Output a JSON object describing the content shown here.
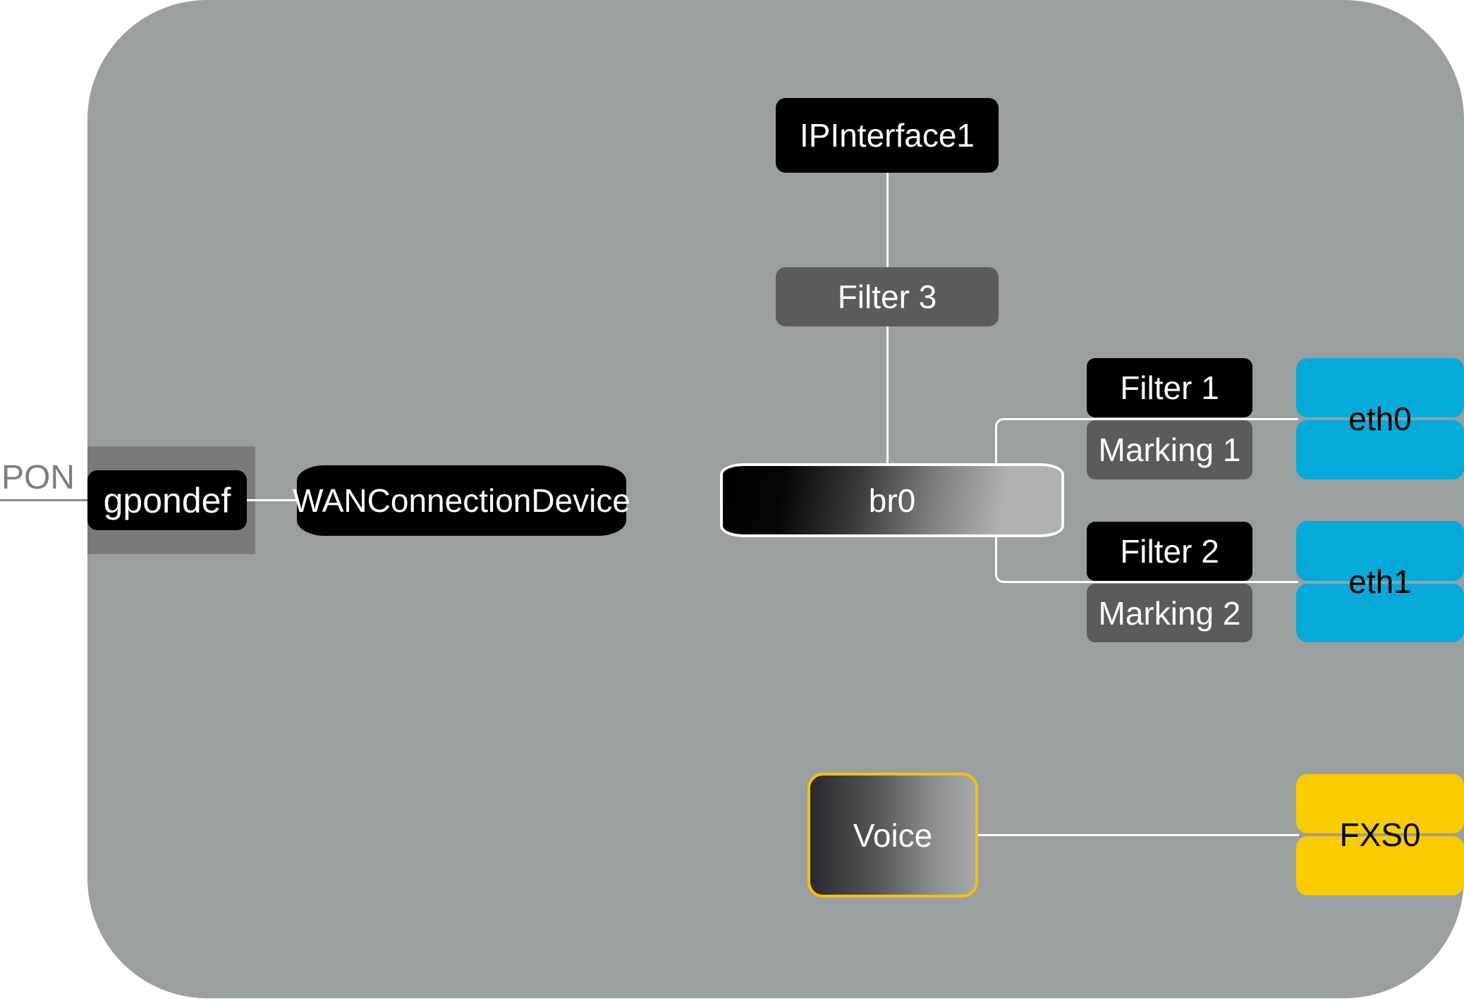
{
  "diagram": {
    "external": {
      "pon_label": "PON"
    },
    "wan_side": {
      "gpon": "gpondef",
      "wan_connection": "WANConnectionDevice"
    },
    "bridge": {
      "name": "br0",
      "ip_interface": "IPInterface1",
      "upstream_filter": "Filter 3"
    },
    "lan_ports": [
      {
        "filter": "Filter 1",
        "marking": "Marking 1",
        "port": "eth0"
      },
      {
        "filter": "Filter 2",
        "marking": "Marking 2",
        "port": "eth1"
      }
    ],
    "voice": {
      "service": "Voice",
      "port": "FXS0"
    },
    "colors": {
      "device_body": "#9b9fa0",
      "gpon_block": "#7a7a7a",
      "node_black": "#000000",
      "node_dark_gray": "#5b5b59",
      "ethernet_port": "#05aad8",
      "voice_port": "#f8cc00",
      "voice_border": "#f6c200",
      "connector": "#ffffff"
    }
  }
}
